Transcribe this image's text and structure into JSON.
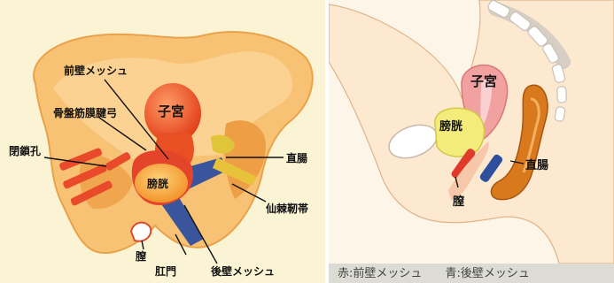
{
  "left_panel": {
    "labels": {
      "anterior_mesh": "前壁メッシュ",
      "arcus_tendineus": "骨盤筋膜腱弓",
      "uterus": "子宮",
      "obturator_foramen": "閉鎖孔",
      "rectum": "直腸",
      "bladder": "膀胱",
      "sacrospinous_ligament": "仙棘靭帯",
      "vagina": "膣",
      "anus": "肛門",
      "posterior_mesh": "後壁メッシュ"
    }
  },
  "right_panel": {
    "labels": {
      "uterus": "子宮",
      "bladder": "膀胱",
      "rectum": "直腸",
      "vagina": "膣"
    },
    "legend": {
      "red": "赤:前壁メッシュ",
      "blue": "青:後壁メッシュ"
    }
  },
  "colors": {
    "left_background": "#fbf4d4",
    "right_background": "#fdf6e8",
    "pelvis": "#f6b65a",
    "uterus": "#e8501e",
    "bladder": "#f7b23a",
    "anterior_mesh": "#e03a2a",
    "posterior_mesh": "#2f4f9e",
    "legend_bar": "#dcdcd4"
  }
}
